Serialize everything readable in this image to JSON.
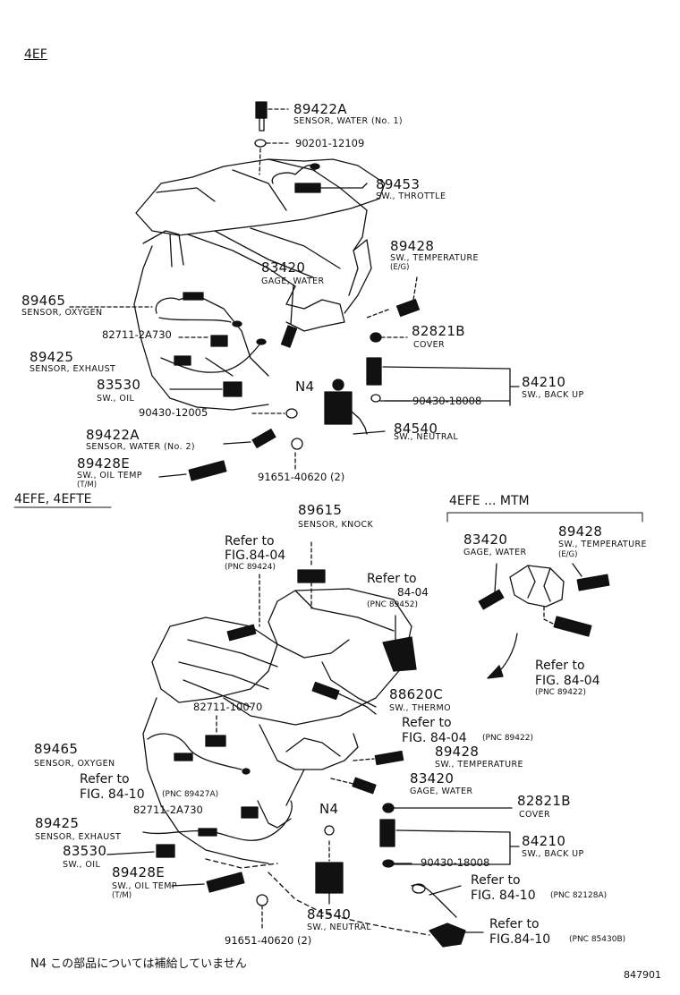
{
  "sections": {
    "top": "4EF",
    "bottom_left": "4EFE, 4EFTE",
    "bottom_right": "4EFE ... MTM"
  },
  "top": {
    "p89422A": {
      "no": "89422A",
      "name": "SENSOR, WATER (No. 1)"
    },
    "p90201": {
      "no": "90201-12109"
    },
    "p89453": {
      "no": "89453",
      "name": "SW., THROTTLE"
    },
    "p89428": {
      "no": "89428",
      "name": "SW., TEMPERATURE",
      "sub": "(E/G)"
    },
    "p83420": {
      "no": "83420",
      "name": "GAGE, WATER"
    },
    "p89465": {
      "no": "89465",
      "name": "SENSOR, OXYGEN"
    },
    "p82711": {
      "no": "82711-2A730"
    },
    "p82821B": {
      "no": "82821B",
      "name": "COVER"
    },
    "p89425": {
      "no": "89425",
      "name": "SENSOR, EXHAUST"
    },
    "p83530": {
      "no": "83530",
      "name": "SW., OIL"
    },
    "p84210": {
      "no": "84210",
      "name": "SW., BACK UP"
    },
    "n4": "N4",
    "p90430a": {
      "no": "90430-18008"
    },
    "p90430b": {
      "no": "90430-12005"
    },
    "p84540": {
      "no": "84540",
      "name": "SW., NEUTRAL"
    },
    "p89422A2": {
      "no": "89422A",
      "name": "SENSOR, WATER (No. 2)"
    },
    "p89428E": {
      "no": "89428E",
      "name": "SW., OIL TEMP",
      "sub": "(T/M)"
    },
    "p91651": {
      "no": "91651-40620 (2)"
    }
  },
  "bottom": {
    "p89615": {
      "no": "89615",
      "name": "SENSOR, KNOCK"
    },
    "ref1": {
      "l1": "Refer to",
      "l2": "FIG.84-04",
      "pnc": "(PNC 89424)"
    },
    "ref2": {
      "l1": "Refer to",
      "l2": "84-04",
      "pnc": "(PNC 89452)"
    },
    "p88620C": {
      "no": "88620C",
      "name": "SW., THERMO"
    },
    "p82711b": {
      "no": "82711-10070"
    },
    "ref3": {
      "l1": "Refer to",
      "l2": "FIG. 84-04",
      "pnc": "(PNC 89422)"
    },
    "p89465": {
      "no": "89465",
      "name": "SENSOR, OXYGEN"
    },
    "p89428": {
      "no": "89428",
      "name": "SW., TEMPERATURE"
    },
    "ref4": {
      "l1": "Refer to",
      "l2": "FIG. 84-10",
      "pnc": "(PNC 89427A)"
    },
    "p83420": {
      "no": "83420",
      "name": "GAGE, WATER"
    },
    "p82711c": {
      "no": "82711-2A730"
    },
    "p82821B": {
      "no": "82821B",
      "name": "COVER"
    },
    "p89425": {
      "no": "89425",
      "name": "SENSOR, EXHAUST"
    },
    "n4": "N4",
    "p84210": {
      "no": "84210",
      "name": "SW., BACK UP"
    },
    "p83530": {
      "no": "83530",
      "name": "SW., OIL"
    },
    "p90430": {
      "no": "90430-18008"
    },
    "p89428E": {
      "no": "89428E",
      "name": "SW., OIL TEMP",
      "sub": "(T/M)"
    },
    "ref5": {
      "l1": "Refer to",
      "l2": "FIG. 84-10",
      "pnc": "(PNC 82128A)"
    },
    "p84540": {
      "no": "84540",
      "name": "SW., NEUTRAL"
    },
    "ref6": {
      "l1": "Refer to",
      "l2": "FIG.84-10",
      "pnc": "(PNC 85430B)"
    },
    "p91651": {
      "no": "91651-40620 (2)"
    }
  },
  "mtm": {
    "p83420": {
      "no": "83420",
      "name": "GAGE, WATER"
    },
    "p89428": {
      "no": "89428",
      "name": "SW., TEMPERATURE",
      "sub": "(E/G)"
    },
    "ref": {
      "l1": "Refer to",
      "l2": "FIG. 84-04",
      "pnc": "(PNC 89422)"
    }
  },
  "footnote": "N4 この部品については補給していません",
  "edition": "847901"
}
